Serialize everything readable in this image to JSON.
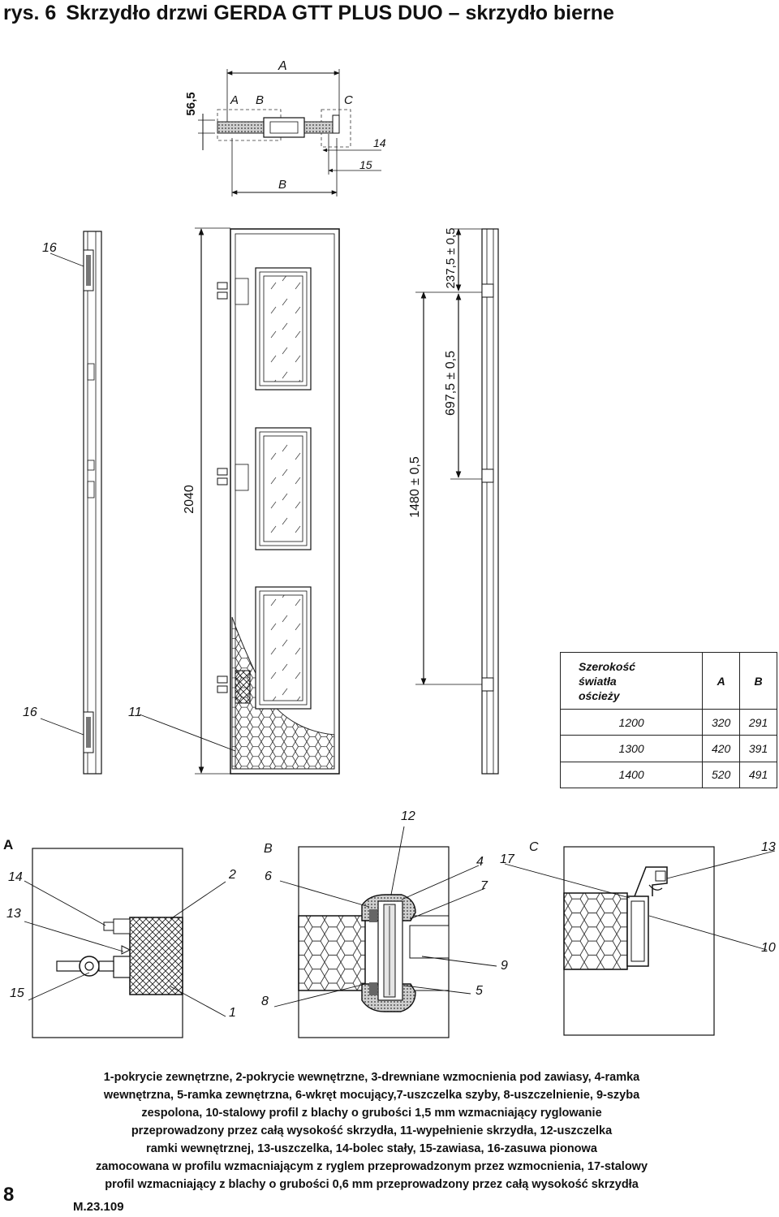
{
  "title": {
    "number": "rys. 6",
    "text": "Skrzydło drzwi GERDA GTT PLUS DUO – skrzydło bierne"
  },
  "top_section": {
    "labels": {
      "A": "A",
      "B": "B",
      "C": "C",
      "dim_a": "A",
      "dim_b": "B",
      "p14": "14",
      "p15": "15"
    },
    "dim_height": "56,5"
  },
  "elevation": {
    "dim_total": "2040",
    "dim_1480": "1480 ± 0,5",
    "dim_237": "237,5 ± 0,5",
    "dim_697": "697,5 ± 0,5",
    "callout_16_top": "16",
    "callout_16_bottom": "16",
    "callout_11": "11"
  },
  "table": {
    "header": [
      "Szerokość",
      "światła",
      "ościeży"
    ],
    "col_a": "A",
    "col_b": "B",
    "rows": [
      [
        "1200",
        "320",
        "291"
      ],
      [
        "1300",
        "420",
        "391"
      ],
      [
        "1400",
        "520",
        "491"
      ]
    ]
  },
  "details": {
    "A": {
      "title": "A",
      "c14": "14",
      "c13": "13",
      "c15": "15",
      "c2": "2",
      "c1": "1"
    },
    "B": {
      "title": "B",
      "c6": "6",
      "c8": "8",
      "c12": "12",
      "c4": "4",
      "c7": "7",
      "c9": "9",
      "c5": "5"
    },
    "C": {
      "title": "C",
      "c17": "17",
      "c13": "13",
      "c10": "10"
    }
  },
  "legend": [
    "1-pokrycie zewnętrzne, 2-pokrycie wewnętrzne, 3-drewniane wzmocnienia pod zawiasy, 4-ramka",
    "wewnętrzna, 5-ramka zewnętrzna, 6-wkręt mocujący,7-uszczelka szyby, 8-uszczelnienie, 9-szyba",
    "zespolona, 10-stalowy profil z blachy o grubości 1,5 mm wzmacniający ryglowanie",
    "przeprowadzony przez całą wysokość skrzydła, 11-wypełnienie skrzydła, 12-uszczelka",
    "ramki wewnętrznej, 13-uszczelka, 14-bolec stały, 15-zawiasa, 16-zasuwa pionowa",
    "zamocowana w profilu wzmacniającym z ryglem przeprowadzonym przez wzmocnienia, 17-stalowy",
    "profil wzmacniający z blachy o grubości 0,6 mm przeprowadzony przez całą wysokość skrzydła"
  ],
  "footer": {
    "page_number": "8",
    "doc_code": "M.23.109"
  }
}
